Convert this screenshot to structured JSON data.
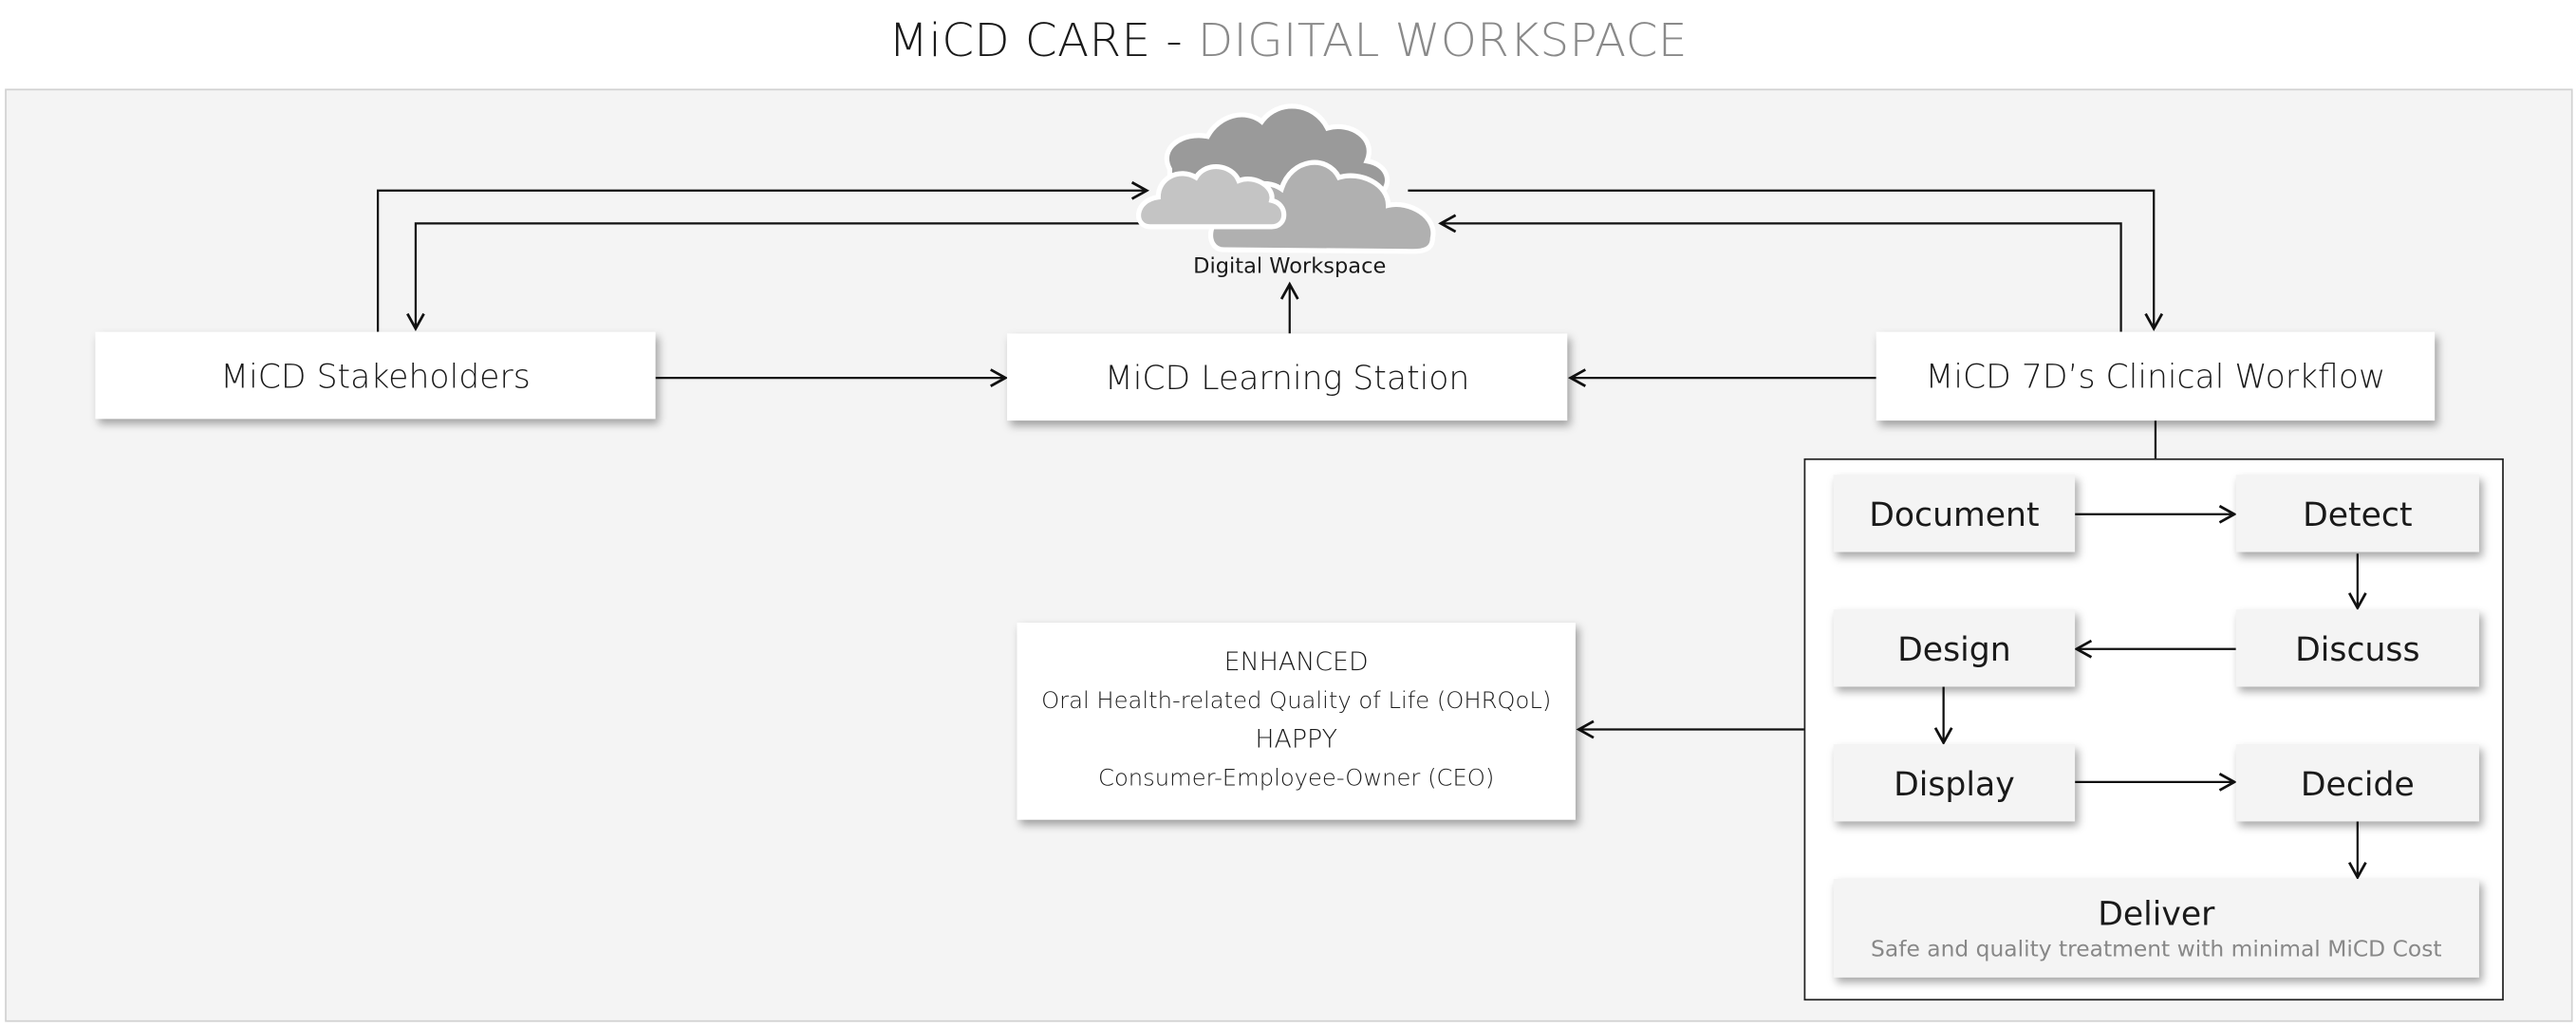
{
  "title": {
    "main": "MiCD CARE - ",
    "sub": "DIGITAL WORKSPACE"
  },
  "cloud": {
    "label": "Digital Workspace",
    "icon": "cloud-icon"
  },
  "nodes": {
    "stakeholders": "MiCD Stakeholders",
    "learning_station": "MiCD Learning Station",
    "clinical_workflow": "MiCD 7D’s Clinical Workflow"
  },
  "workflow": {
    "document": "Document",
    "detect": "Detect",
    "design": "Design",
    "discuss": "Discuss",
    "display": "Display",
    "decide": "Decide",
    "deliver": "Deliver",
    "deliver_sub": "Safe and quality treatment with minimal MiCD Cost"
  },
  "outcome": {
    "line1": "ENHANCED",
    "line2": "Oral Health-related Quality of Life (OHRQoL)",
    "line3": "HAPPY",
    "line4": "Consumer-Employee-Owner (CEO)"
  }
}
